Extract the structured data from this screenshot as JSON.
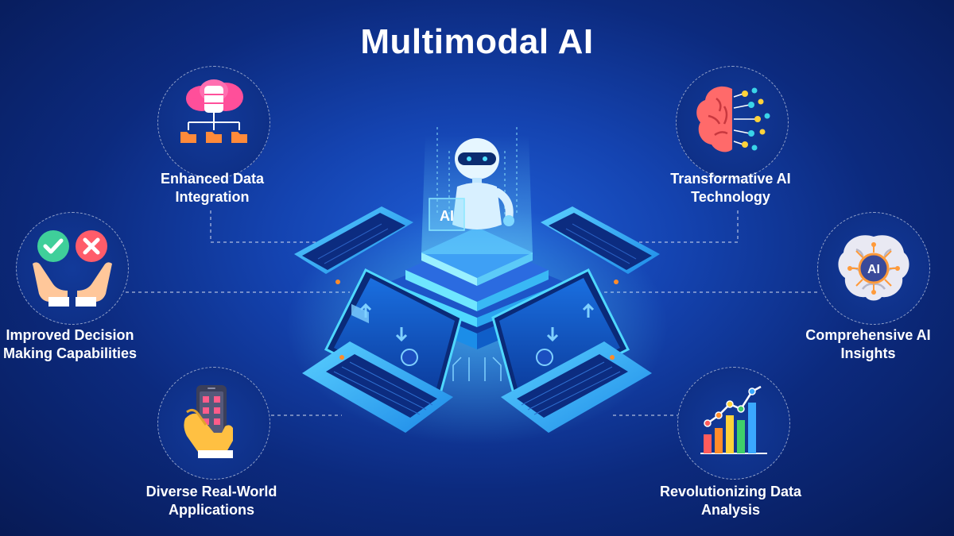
{
  "title": "Multimodal AI",
  "features": [
    {
      "id": "data-integration",
      "icon": "cloud-database-icon",
      "line1": "Enhanced Data",
      "line2": "Integration"
    },
    {
      "id": "transformative-ai",
      "icon": "brain-circuit-icon",
      "line1": "Transformative AI",
      "line2": "Technology"
    },
    {
      "id": "decision-making",
      "icon": "check-cross-hands-icon",
      "line1": "Improved Decision",
      "line2": "Making Capabilities"
    },
    {
      "id": "ai-insights",
      "icon": "ai-brain-chip-icon",
      "line1": "Comprehensive AI",
      "line2": "Insights"
    },
    {
      "id": "real-world-apps",
      "icon": "phone-in-hand-icon",
      "line1": "Diverse Real-World",
      "line2": "Applications"
    },
    {
      "id": "data-analysis",
      "icon": "bar-chart-trend-icon",
      "line1": "Revolutionizing Data",
      "line2": "Analysis"
    }
  ],
  "hub": {
    "chip_text": "AI",
    "robot_icon": "robot-icon"
  },
  "colors": {
    "background": "#1443b0",
    "accent_cyan": "#4fd8ff",
    "accent_pink": "#ff5c8a",
    "accent_orange": "#ff8c2a"
  }
}
